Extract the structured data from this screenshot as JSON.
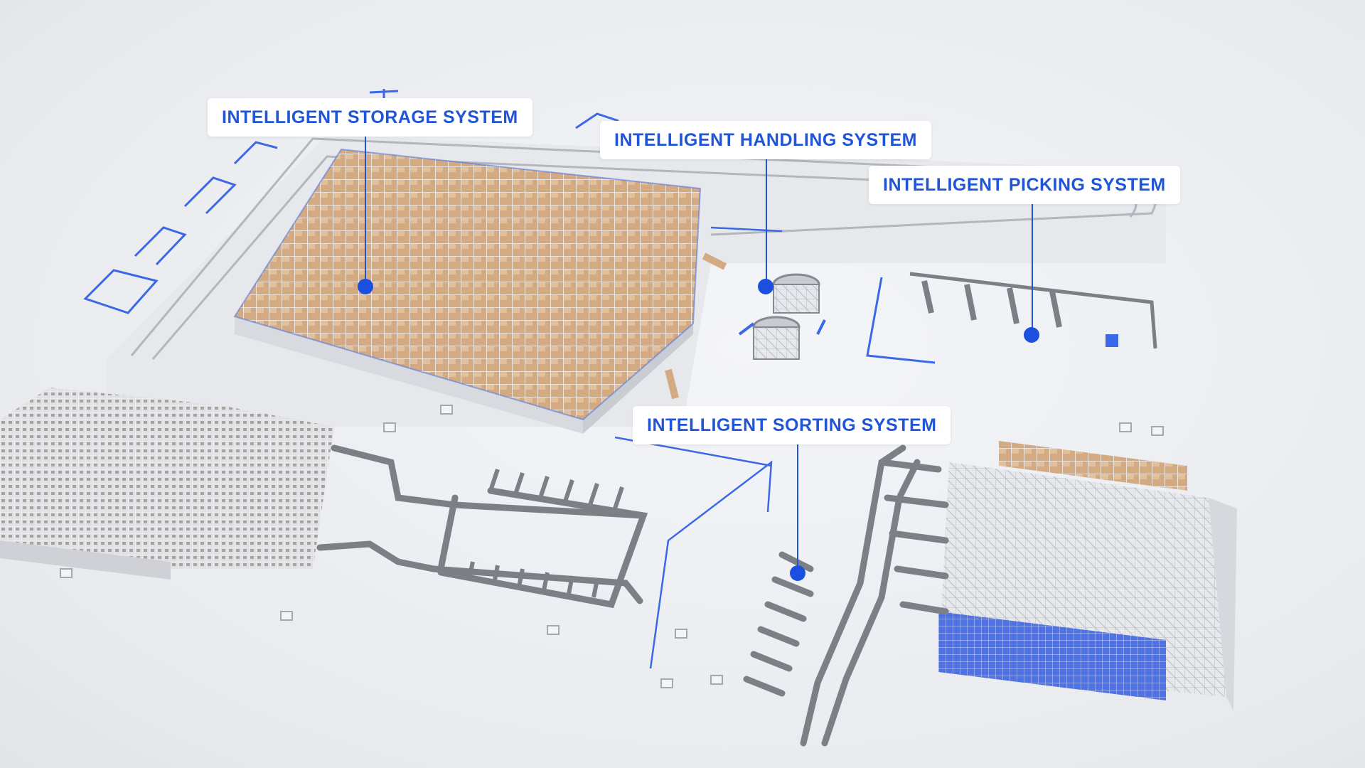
{
  "callouts": {
    "storage": "INTELLIGENT STORAGE SYSTEM",
    "handling": "INTELLIGENT HANDLING SYSTEM",
    "picking": "INTELLIGENT PICKING SYSTEM",
    "sorting": "INTELLIGENT SORTING SYSTEM"
  },
  "colors": {
    "accent": "#1f55d6",
    "dot": "#1a4fe0",
    "rack_frame": "#c9ccd3",
    "carton": "#d9b48e",
    "conveyor": "#7c7f86",
    "floor": "#eceef2"
  }
}
